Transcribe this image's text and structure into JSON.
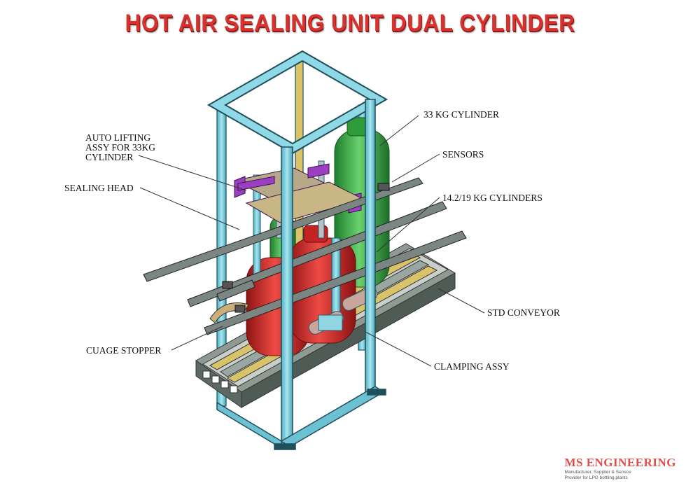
{
  "title": "HOT AIR SEALING UNIT DUAL CYLINDER",
  "labels": {
    "cyl33": "33 KG CYLINDER",
    "auto_lifting": "AUTO LIFTING\nASSY FOR 33KG\nCYLINDER",
    "sensors": "SENSORS",
    "sealing_head": "SEALING HEAD",
    "cyl14": "14.2/19 KG CYLINDERS",
    "std_conveyor": "STD CONVEYOR",
    "cuage_stopper": "CUAGE STOPPER",
    "clamping": "CLAMPING ASSY"
  },
  "brand": {
    "name": "MS ENGINEERING",
    "tagline": "Manufacturer, Supplier & Service Provider for LPG bottling plants"
  },
  "colors": {
    "frame": "#7fd3e3",
    "frame_edge": "#1f4f5a",
    "green_cylinder": "#3fb24a",
    "red_cylinder": "#d62b2b",
    "purple_bracket": "#9b3fc1",
    "conveyor": "#6f7f7a",
    "title": "#d8322e"
  }
}
